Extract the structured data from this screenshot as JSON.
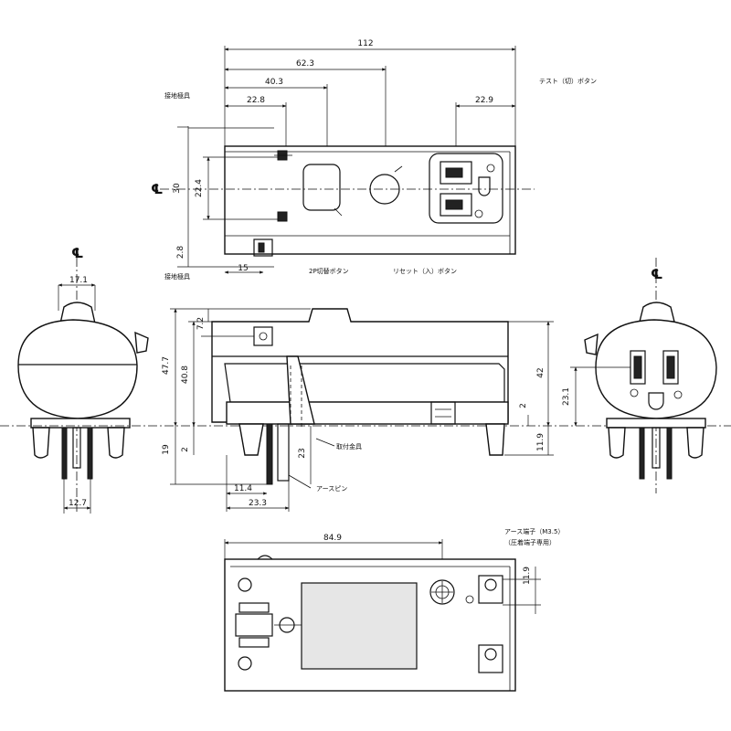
{
  "labels": {
    "test_button": "テスト（切）ボタン",
    "ground_terminal_top": "接地極具",
    "ground_terminal_bottom": "接地極具",
    "two_p_cut_button": "2P切替ボタン",
    "reset_button": "リセット（入）ボタン",
    "mounting_bracket": "取付金具",
    "earth_pin": "アースピン",
    "earth_terminal": "アース端子（M3.5）",
    "earth_terminal_note": "（圧着端子専用）",
    "centerline": "℄"
  },
  "dimensions": {
    "top_overall": "112",
    "top_62": "62.3",
    "top_40": "40.3",
    "top_22_8": "22.8",
    "top_22_9": "22.9",
    "top_30": "30",
    "top_22_4": "22.4",
    "top_2_8": "2.8",
    "top_15": "15",
    "left_17_1": "17.1",
    "left_12_7": "12.7",
    "front_47_7": "47.7",
    "front_40_8": "40.8",
    "front_7_2": "7.2",
    "front_19": "19",
    "front_2": "2",
    "front_11_4": "11.4",
    "front_23_3": "23.3",
    "front_23": "23",
    "front_42": "42",
    "front_2r": "2",
    "front_11_9": "11.9",
    "right_23_1": "23.1",
    "bottom_84_9": "84.9",
    "bottom_11_9": "11.9"
  }
}
